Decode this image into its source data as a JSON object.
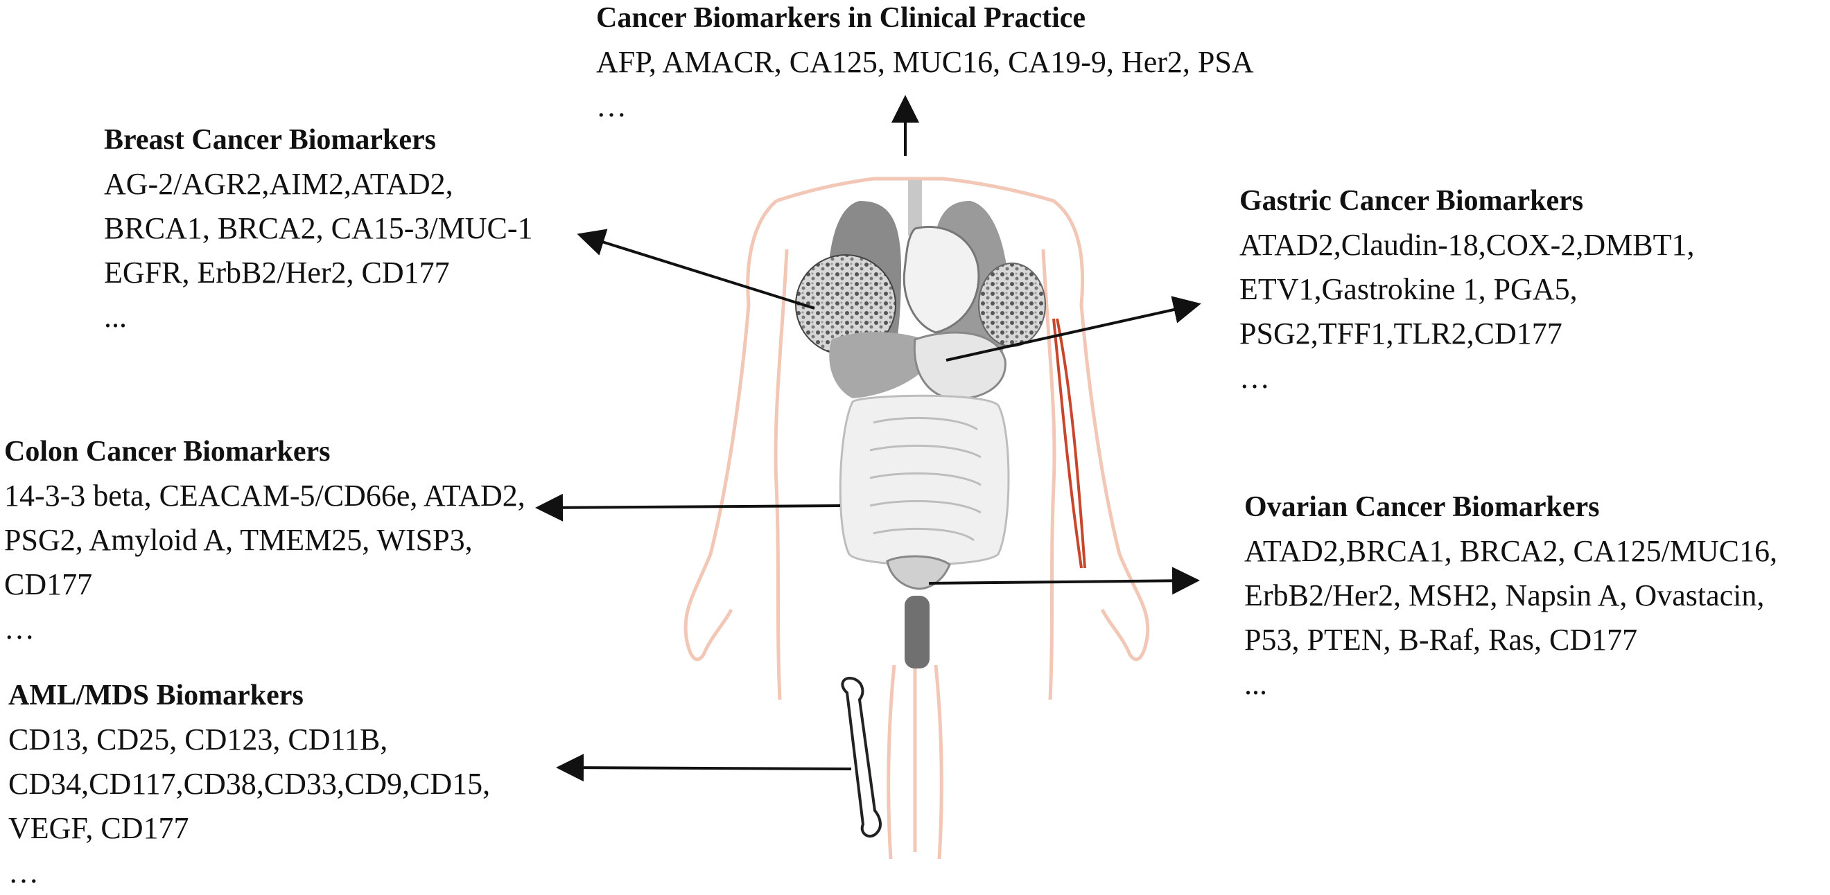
{
  "clinical": {
    "title": "Cancer Biomarkers in Clinical Practice",
    "lines": [
      "AFP, AMACR, CA125, MUC16, CA19-9, Her2, PSA",
      "…"
    ]
  },
  "breast": {
    "title": "Breast Cancer Biomarkers",
    "lines": [
      "AG-2/AGR2,AIM2,ATAD2,",
      "BRCA1, BRCA2, CA15-3/MUC-1",
      "EGFR, ErbB2/Her2, CD177",
      "..."
    ]
  },
  "gastric": {
    "title": "Gastric Cancer Biomarkers",
    "lines": [
      "ATAD2,Claudin-18,COX-2,DMBT1,",
      "ETV1,Gastrokine 1, PGA5,",
      "PSG2,TFF1,TLR2,CD177",
      "…"
    ]
  },
  "colon": {
    "title": "Colon Cancer Biomarkers",
    "lines": [
      "14-3-3 beta, CEACAM-5/CD66e, ATAD2,",
      "PSG2, Amyloid A, TMEM25, WISP3,",
      "CD177",
      "…"
    ]
  },
  "ovarian": {
    "title": "Ovarian Cancer Biomarkers",
    "lines": [
      "ATAD2,BRCA1, BRCA2, CA125/MUC16,",
      "ErbB2/Her2, MSH2, Napsin A, Ovastacin,",
      "P53, PTEN, B-Raf, Ras, CD177",
      "..."
    ]
  },
  "aml": {
    "title": "AML/MDS Biomarkers",
    "lines": [
      "CD13, CD25, CD123, CD11B,",
      "CD34,CD117,CD38,CD33,CD9,CD15,",
      "VEGF, CD177",
      "…"
    ]
  },
  "colors": {
    "body_outline": "#f2c7b6",
    "organ_dark": "#6e6e6e",
    "organ_mid": "#b8b8b8",
    "organ_light": "#e9e9e9",
    "muscle": "#c8472c",
    "arrow": "#111111"
  }
}
